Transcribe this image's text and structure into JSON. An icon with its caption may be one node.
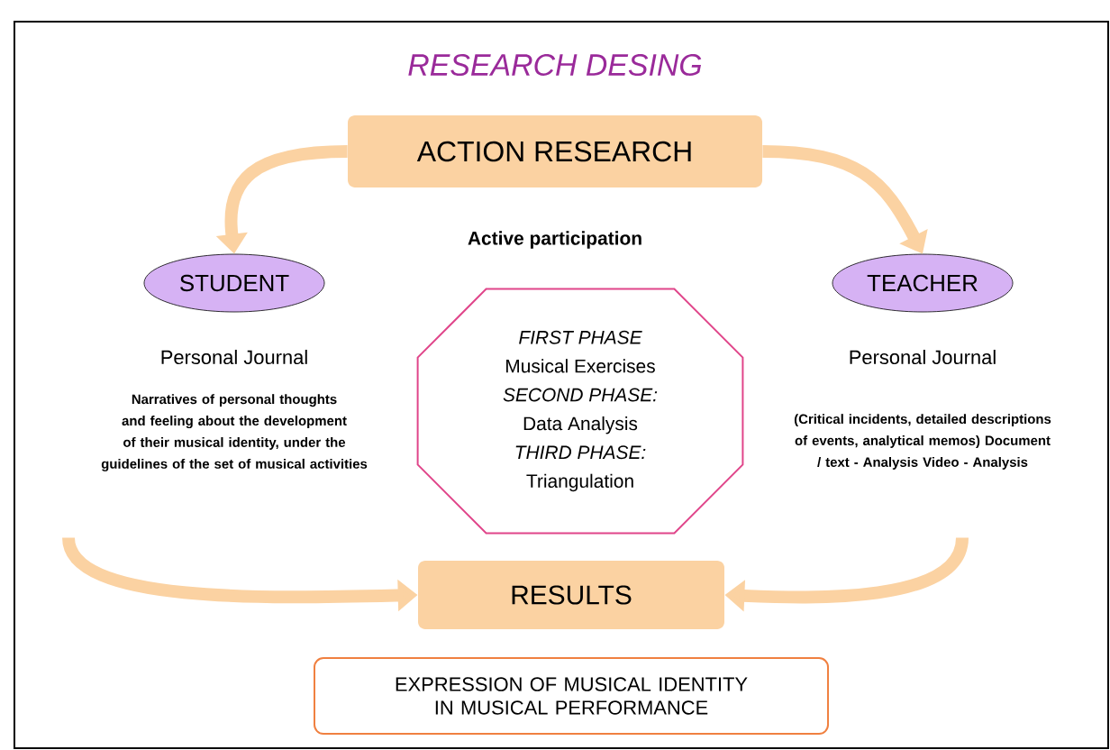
{
  "diagram": {
    "title": "RESEARCH DESING",
    "nodes": [
      {
        "text": [
          "ACTION RESEARCH"
        ]
      },
      {
        "text": [
          "STUDENT"
        ],
        "beside": [
          "Personal Journal",
          "Narratives of personal thoughts and feeling about the development of their musical identity, under the guidelines of the set of musical activities"
        ]
      },
      {
        "text": [
          "TEACHER"
        ],
        "beside": [
          "Personal Journal",
          "(Critical incidents, detailed descriptions of events, analytical memos) Document / text - Analysis Video - Analysis"
        ]
      },
      {
        "text": [
          "FIRST PHASE",
          "Musical Exercises",
          "SECOND PHASE:",
          "Data Analysis",
          "THIRD PHASE:",
          "Triangulation"
        ]
      },
      {
        "text": [
          "RESULTS"
        ]
      },
      {
        "text": [
          "EXPRESSION OF MUSICAL IDENTITY IN MUSICAL PERFORMANCE"
        ]
      }
    ],
    "edges": [
      {
        "from": 0,
        "to": 1,
        "arrow": "to"
      },
      {
        "from": 0,
        "to": 2,
        "arrow": "to"
      },
      {
        "from": 1,
        "to": 4,
        "arrow": "to"
      },
      {
        "from": 2,
        "to": 4,
        "arrow": "to"
      }
    ],
    "labels": [
      "Active participation"
    ]
  }
}
